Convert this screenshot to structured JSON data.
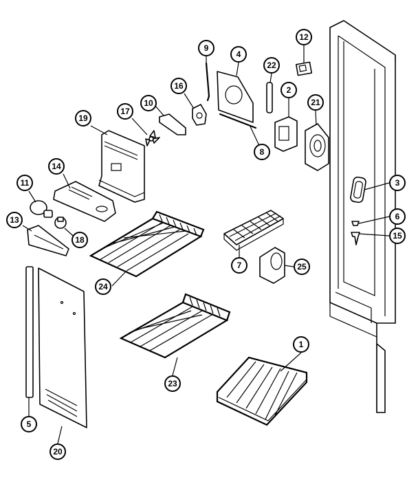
{
  "callouts": [
    {
      "id": "c1",
      "label": "1"
    },
    {
      "id": "c2",
      "label": "2"
    },
    {
      "id": "c3",
      "label": "3"
    },
    {
      "id": "c4",
      "label": "4"
    },
    {
      "id": "c5",
      "label": "5"
    },
    {
      "id": "c6",
      "label": "6"
    },
    {
      "id": "c7",
      "label": "7"
    },
    {
      "id": "c8",
      "label": "8"
    },
    {
      "id": "c9",
      "label": "9"
    },
    {
      "id": "c10",
      "label": "10"
    },
    {
      "id": "c11",
      "label": "11"
    },
    {
      "id": "c12",
      "label": "12"
    },
    {
      "id": "c13",
      "label": "13"
    },
    {
      "id": "c14",
      "label": "14"
    },
    {
      "id": "c15",
      "label": "15"
    },
    {
      "id": "c16",
      "label": "16"
    },
    {
      "id": "c17",
      "label": "17"
    },
    {
      "id": "c18a",
      "label": "18"
    },
    {
      "id": "c18b",
      "label": "18"
    },
    {
      "id": "c19",
      "label": "19"
    },
    {
      "id": "c20",
      "label": "20"
    },
    {
      "id": "c21",
      "label": "21"
    },
    {
      "id": "c22",
      "label": "22"
    },
    {
      "id": "c23",
      "label": "23"
    },
    {
      "id": "c24",
      "label": "24"
    },
    {
      "id": "c25",
      "label": "25"
    }
  ]
}
